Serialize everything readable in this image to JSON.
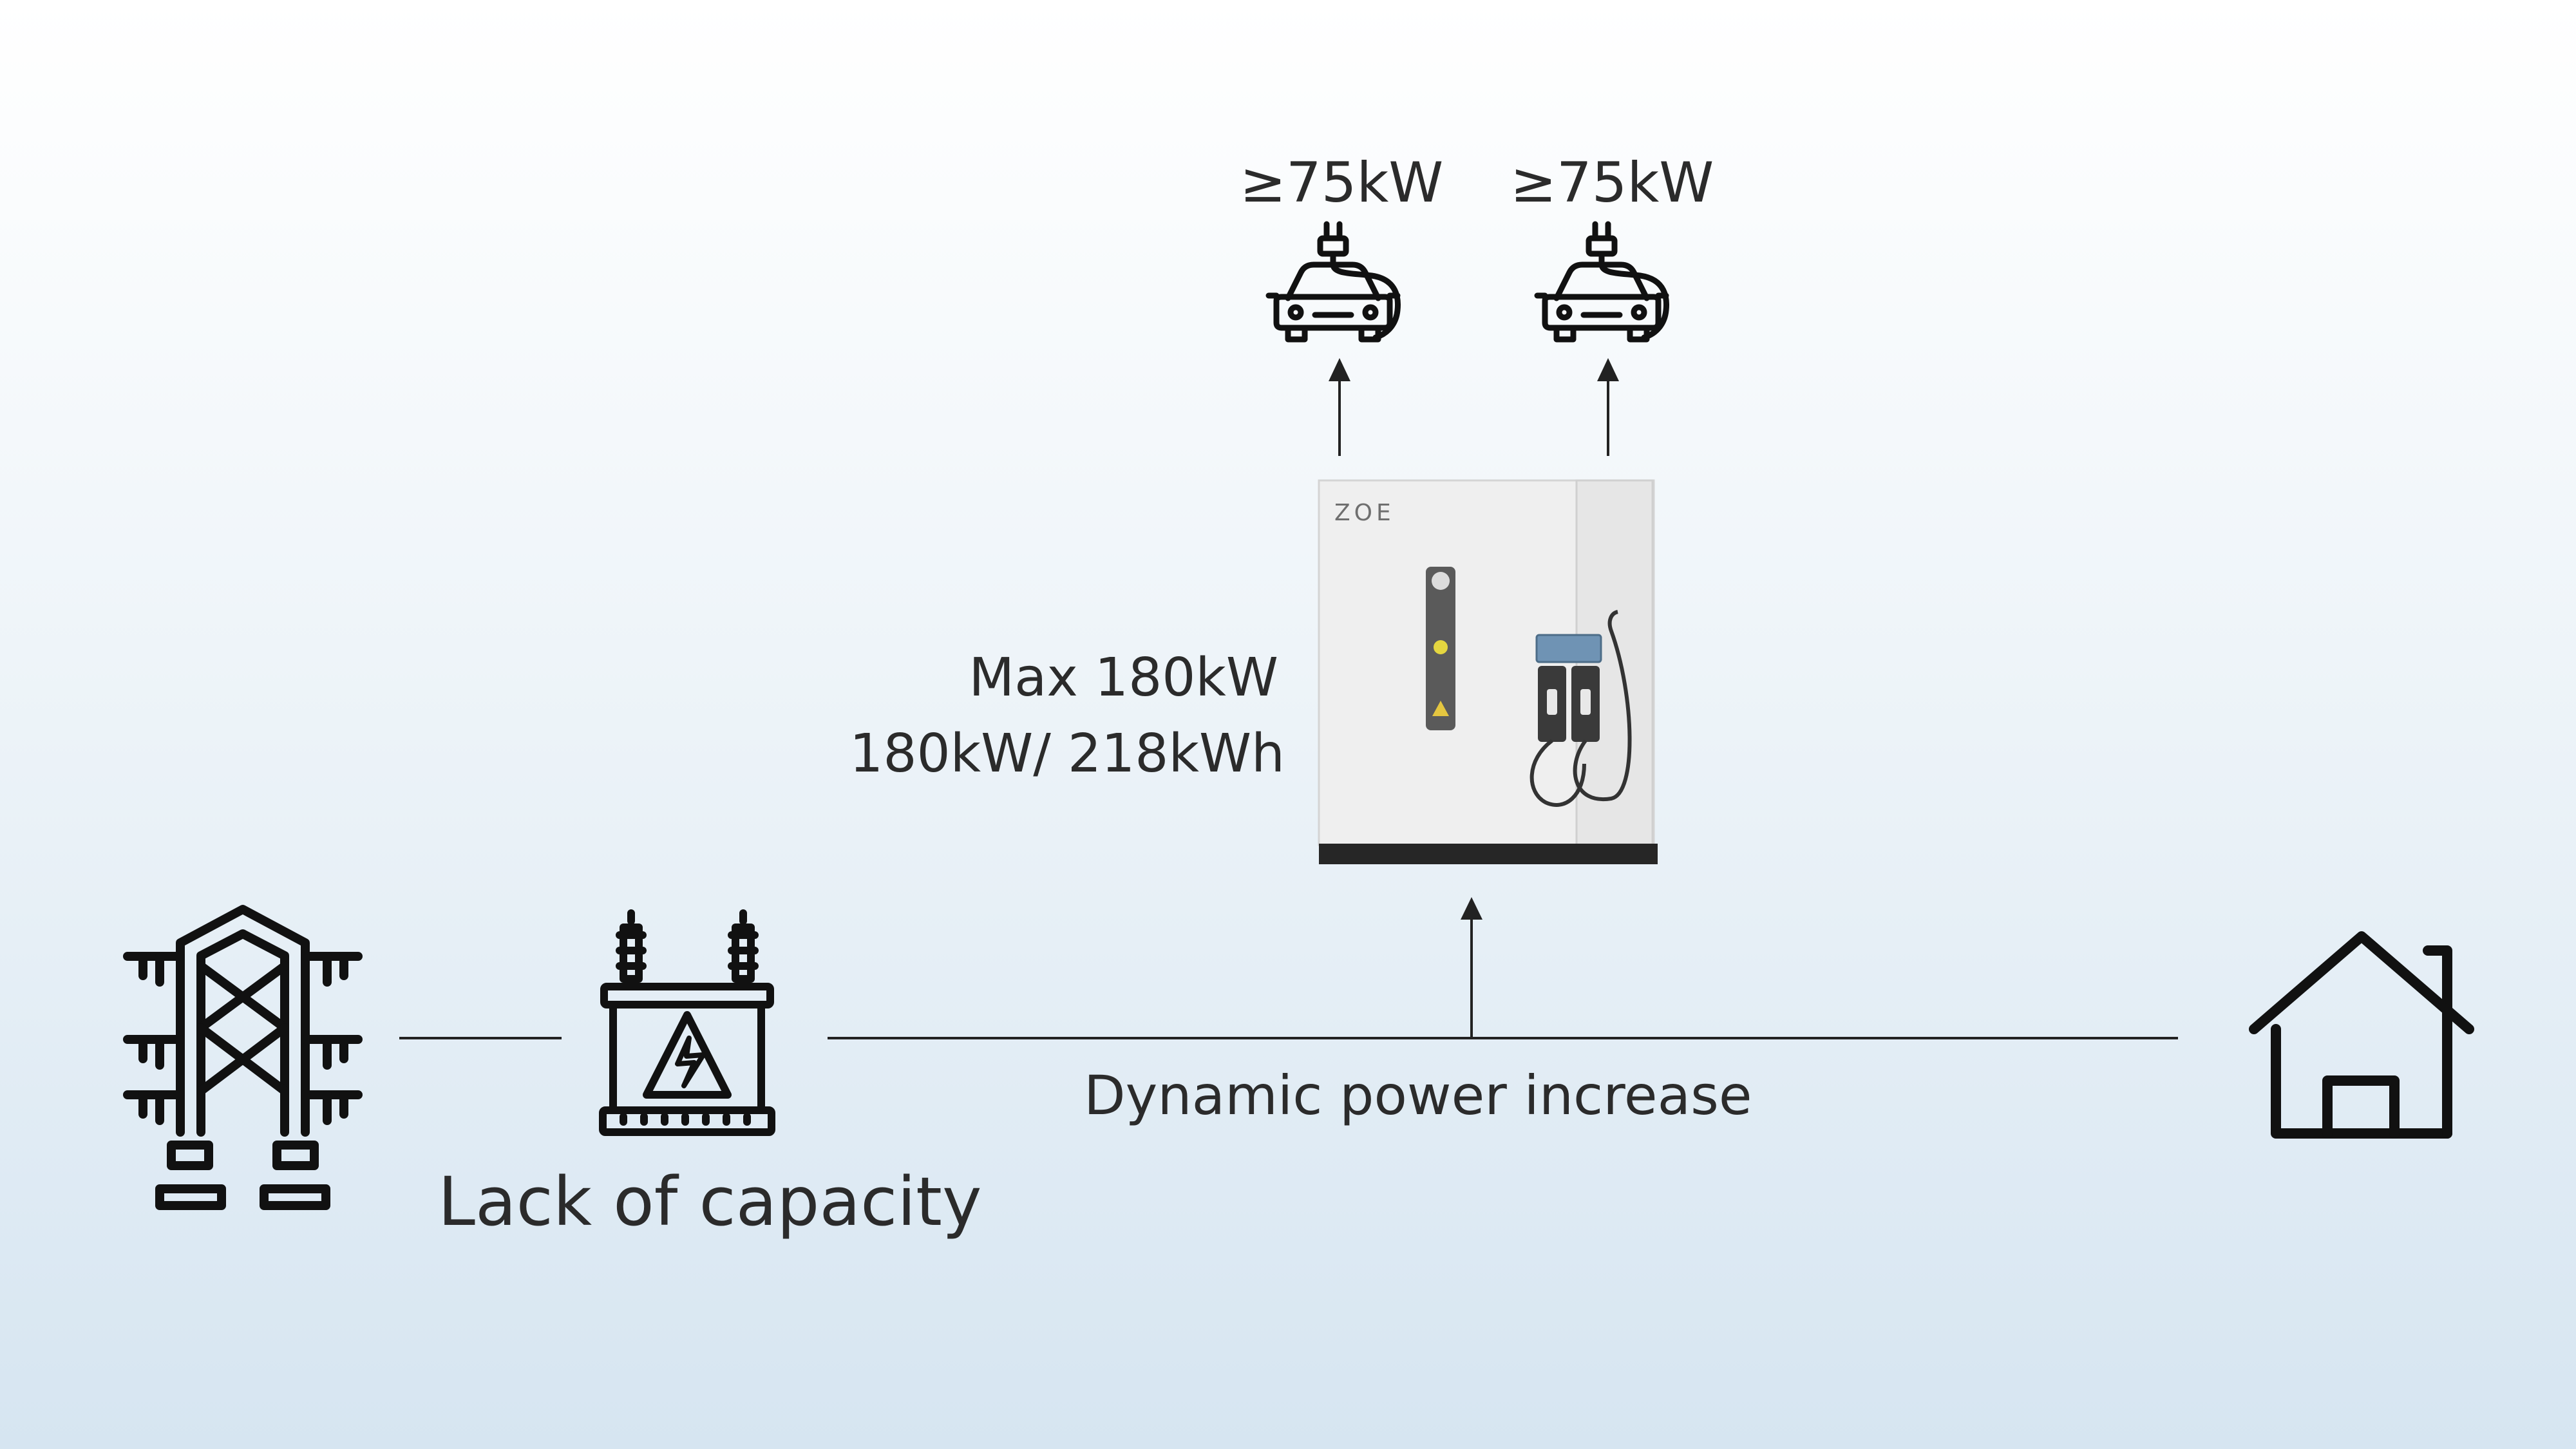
{
  "outputs": [
    {
      "power": "≥75kW",
      "icon": "ev-car-plug-icon"
    },
    {
      "power": "≥75kW",
      "icon": "ev-car-plug-icon"
    }
  ],
  "charger": {
    "brand": "ZOE",
    "max_power": "Max 180kW",
    "capacity": "180kW/ 218kWh"
  },
  "grid": {
    "tower_icon": "power-tower-icon",
    "transformer_icon": "transformer-icon",
    "transformer_label": "Lack of capacity"
  },
  "bus_label": "Dynamic power increase",
  "home": {
    "icon": "house-icon"
  },
  "colors": {
    "line": "#222222",
    "icon": "#111111",
    "charger_body": "#ececec",
    "charger_base": "#262626",
    "indicator_yellow": "#e4d640"
  }
}
